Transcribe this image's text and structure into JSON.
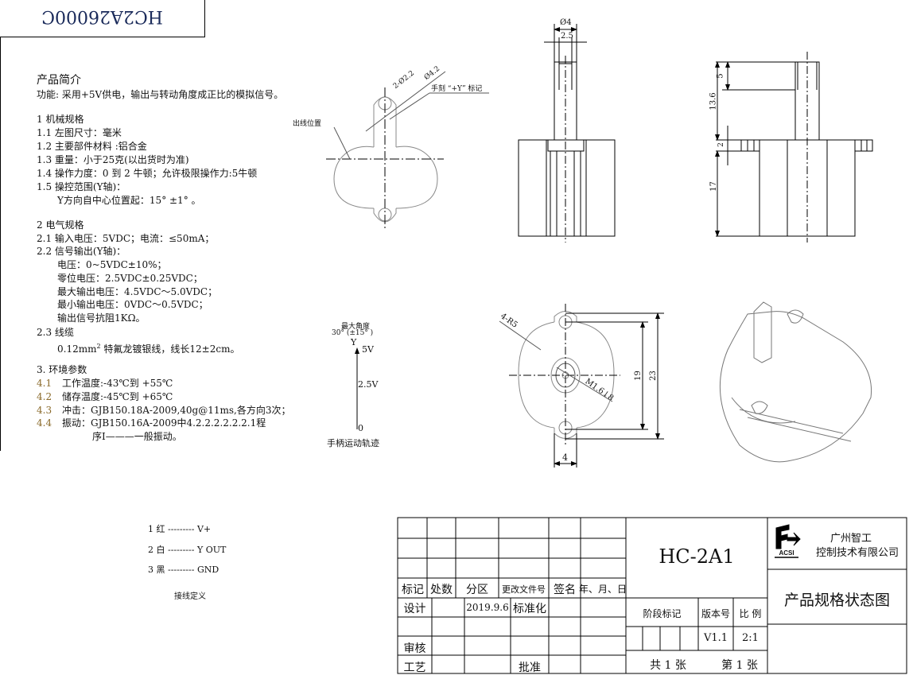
{
  "drawing_code": "HC2A26000C",
  "intro": {
    "title": "产品简介",
    "function": "功能: 采用+5V供电，输出与转动角度成正比的模拟信号。"
  },
  "mechanical": {
    "heading": "1   机械规格",
    "lines": [
      "1.1 左图尺寸：毫米",
      "1.2 主要部件材料 :铝合金",
      "1.3 重量：小于25克(以出货时为准)",
      "1.4 操作力度：0 到 2 牛顿；允许极限操作力:5牛顿",
      "1.5 操控范围(Y轴)：",
      "Y方向自中心位置起：15° ±1° 。"
    ]
  },
  "electrical": {
    "heading": "2    电气规格",
    "lines": [
      "2.1 输入电压：5VDC；电流：≤50mA；",
      "2.2 信号输出(Y轴)：",
      "电压：0~5VDC±10%；",
      "零位电压：2.5VDC±0.25VDC；",
      "最大输出电压：4.5VDC～5.0VDC；",
      "最小输出电压：0VDC～0.5VDC；",
      "输出信号抗阻1KΩ。",
      "2.3 线缆"
    ],
    "cable_pre": "0.12mm",
    "cable_sup": "2",
    "cable_post": " 特氟龙镀银线，线长12±2cm。"
  },
  "environment": {
    "heading": "3.    环境参数",
    "items": [
      {
        "num": "4.1",
        "text": "工作温度:-43℃到 +55℃"
      },
      {
        "num": "4.2",
        "text": "储存温度:-45℃到 +65℃"
      },
      {
        "num": "4.3",
        "text": "冲击：GJB150.18A-2009,40g@11ms,各方向3次；"
      },
      {
        "num": "4.4",
        "text": "振动：GJB150.16A-2009中4.2.2.2.2.2.2.1程"
      }
    ],
    "continuation": "序I———一般振动。"
  },
  "wiring": {
    "rows": [
      "1 红 --------- V+",
      "2 白 --------- Y OUT",
      "3 黑 --------- GND"
    ],
    "caption": "接线定义"
  },
  "motion": {
    "max_angle_label": "最大角度",
    "max_angle_value": "30° (±15° )",
    "axis": "Y",
    "top": "5V",
    "mid": "2.5V",
    "bottom": "0",
    "caption": "手柄运动轨迹"
  },
  "annotations": {
    "hole_dim": "2-Ø2.2",
    "hole_dim2": "Ø4.2",
    "y_mark": "手刻 “+Y” 标记",
    "wire_exit": "出线位置",
    "shaft_dia": "Ø4",
    "shaft_flat": "2.5",
    "h_total": "13.6",
    "h_top": "5",
    "h_flange": "2",
    "h_body": "17",
    "radius": "4-R5",
    "thread": "M1.6↓8",
    "hole_pitch": "19",
    "overall": "23",
    "ear_width": "4"
  },
  "title_block": {
    "headers": [
      "标记",
      "处数",
      "分区",
      "更改文件号",
      "签名",
      "年、月、日"
    ],
    "design_label": "设计",
    "design_date": "2019.9.6",
    "standard_label": "标准化",
    "review_label": "审核",
    "process_label": "工艺",
    "approve_label": "批准",
    "model": "HC-2A1",
    "stage_label": "阶段标记",
    "version_label": "版本号",
    "scale_label": "比 例",
    "version": "V1.1",
    "scale": "2:1",
    "sheets_total": "共 1  张",
    "sheet_no": "第 1  张",
    "company_line1": "广州智工",
    "company_line2": "控制技术有限公司",
    "logo_text": "ACSI",
    "doc_title": "产品规格状态图"
  }
}
